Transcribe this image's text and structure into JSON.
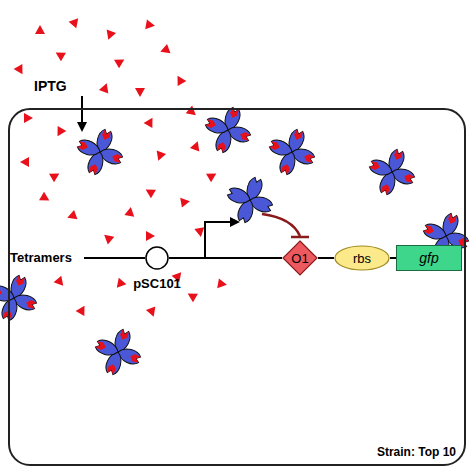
{
  "diagram": {
    "nodes": [
      {
        "text": [
          "Strain: Top 10"
        ]
      },
      {
        "text": [
          "pSC101"
        ],
        "in": 0
      },
      {
        "text": [
          "O1"
        ],
        "in": 0
      },
      {
        "text": [
          "rbs"
        ],
        "in": 0
      },
      {
        "text": [
          "gfp"
        ],
        "in": 0
      }
    ],
    "edges": [
      {
        "from": 1,
        "to": 2,
        "arrow": "none"
      },
      {
        "from": 2,
        "to": 3,
        "arrow": "none"
      },
      {
        "from": 3,
        "to": 4,
        "arrow": "none"
      }
    ],
    "labels": [
      "IPTG",
      "Tetramers"
    ]
  }
}
